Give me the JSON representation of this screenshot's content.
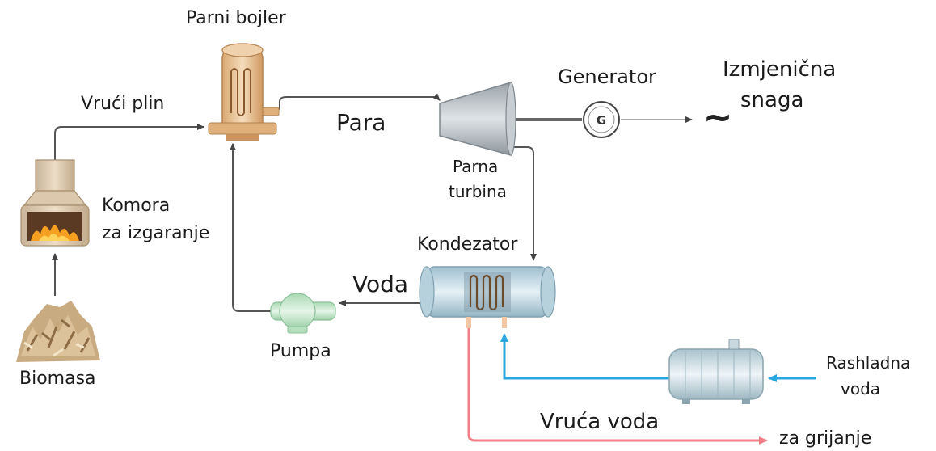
{
  "labels": {
    "boiler": "Parni bojler",
    "hot_gas": "Vrući plin",
    "steam": "Para",
    "generator": "Generator",
    "generator_symbol": "G",
    "ac_power_line1": "Izmjenična",
    "ac_power_line2": "snaga",
    "ac_symbol": "~",
    "turbine_line1": "Parna",
    "turbine_line2": "turbina",
    "furnace_line1": "Komora",
    "furnace_line2": "za izgaranje",
    "condenser": "Kondezator",
    "water": "Voda",
    "pump": "Pumpa",
    "biomass": "Biomasa",
    "cooling_water_line1": "Rashladna",
    "cooling_water_line2": "voda",
    "hot_water": "Vruća voda",
    "for_heating": "za grijanje"
  },
  "colors": {
    "process_line": "#555555",
    "cooling_line": "#29a8e0",
    "hot_water_line": "#f07f86",
    "boiler_body": "#e8c49a",
    "turbine_body": "#b8bfc4",
    "condenser_body": "#c8dde8",
    "pump_body": "#bfe5c6",
    "flame": "#f5a020"
  }
}
